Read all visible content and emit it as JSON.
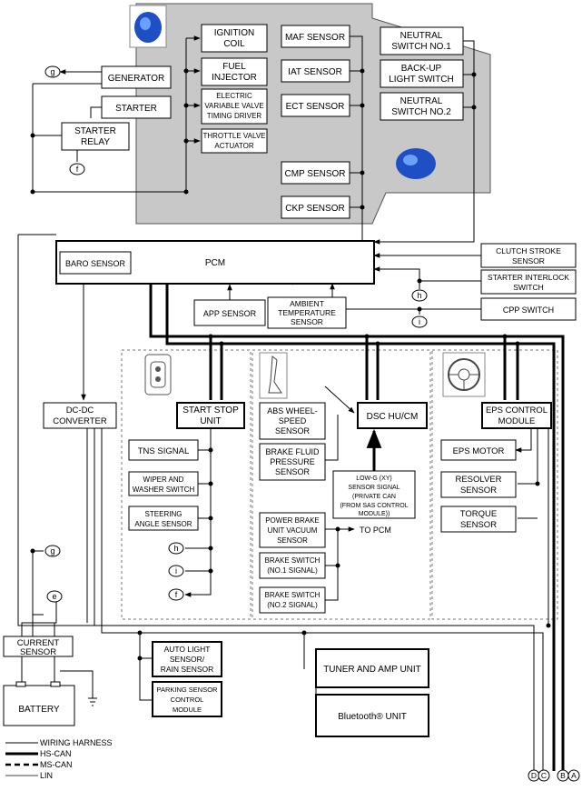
{
  "modules": {
    "ignition_coil": [
      "IGNITION",
      "COIL"
    ],
    "fuel_injector": [
      "FUEL",
      "INJECTOR"
    ],
    "vvt_driver": [
      "ELECTRIC",
      "VARIABLE VALVE",
      "TIMING DRIVER"
    ],
    "throttle_actuator": [
      "THROTTLE VALVE",
      "ACTUATOR"
    ],
    "maf_sensor": [
      "MAF SENSOR"
    ],
    "iat_sensor": [
      "IAT SENSOR"
    ],
    "ect_sensor": [
      "ECT SENSOR"
    ],
    "cmp_sensor": [
      "CMP SENSOR"
    ],
    "ckp_sensor": [
      "CKP SENSOR"
    ],
    "neutral_switch_1": [
      "NEUTRAL",
      "SWITCH NO.1"
    ],
    "backup_light_switch": [
      "BACK-UP",
      "LIGHT SWITCH"
    ],
    "neutral_switch_2": [
      "NEUTRAL",
      "SWITCH NO.2"
    ],
    "generator": [
      "GENERATOR"
    ],
    "starter": [
      "STARTER"
    ],
    "starter_relay": [
      "STARTER",
      "RELAY"
    ],
    "pcm": [
      "PCM"
    ],
    "baro_sensor": [
      "BARO SENSOR"
    ],
    "clutch_stroke_sensor": [
      "CLUTCH STROKE",
      "SENSOR"
    ],
    "starter_interlock_switch": [
      "STARTER INTERLOCK",
      "SWITCH"
    ],
    "cpp_switch": [
      "CPP SWITCH"
    ],
    "app_sensor": [
      "APP SENSOR"
    ],
    "ambient_temp_sensor": [
      "AMBIENT",
      "TEMPERATURE",
      "SENSOR"
    ],
    "dcdc_converter": [
      "DC-DC",
      "CONVERTER"
    ],
    "start_stop_unit": [
      "START STOP",
      "UNIT"
    ],
    "tns_signal": [
      "TNS SIGNAL"
    ],
    "wiper_washer_switch": [
      "WIPER AND",
      "WASHER SWITCH"
    ],
    "steering_angle_sensor": [
      "STEERING",
      "ANGLE SENSOR"
    ],
    "abs_wheel_speed_sensor": [
      "ABS WHEEL-",
      "SPEED",
      "SENSOR"
    ],
    "brake_fluid_pressure_sensor": [
      "BRAKE FLUID",
      "PRESSURE",
      "SENSOR"
    ],
    "dsc_hu_cm": [
      "DSC HU/CM"
    ],
    "low_g_sensor_signal": [
      "LOW-G (XY)",
      "SENSOR SIGNAL",
      "(PRIVATE CAN",
      "(FROM SAS CONTROL",
      "MODULE))"
    ],
    "power_brake_vacuum_sensor": [
      "POWER BRAKE",
      "UNIT VACUUM",
      "SENSOR"
    ],
    "to_pcm": [
      "TO PCM"
    ],
    "brake_switch_1": [
      "BRAKE SWITCH",
      "(NO.1 SIGNAL)"
    ],
    "brake_switch_2": [
      "BRAKE SWITCH",
      "(NO.2 SIGNAL)"
    ],
    "eps_control_module": [
      "EPS CONTROL",
      "MODULE"
    ],
    "eps_motor": [
      "EPS MOTOR"
    ],
    "resolver_sensor": [
      "RESOLVER",
      "SENSOR"
    ],
    "torque_sensor": [
      "TORQUE",
      "SENSOR"
    ],
    "current_sensor": [
      "CURRENT",
      "SENSOR"
    ],
    "battery": [
      "BATTERY"
    ],
    "auto_light_rain_sensor": [
      "AUTO LIGHT",
      "SENSOR/",
      "RAIN SENSOR"
    ],
    "parking_sensor_module": [
      "PARKING SENSOR",
      "CONTROL",
      "MODULE"
    ],
    "tuner_amp_unit": [
      "TUNER AND AMP UNIT"
    ],
    "bluetooth_unit": [
      "Bluetooth® UNIT"
    ]
  },
  "connectors": {
    "g": "g",
    "f": "f",
    "h": "h",
    "i": "i",
    "e": "e",
    "A": "A",
    "B": "B",
    "C": "C",
    "D": "D"
  },
  "legend": {
    "wiring_harness": "WIRING HARNESS",
    "hs_can": "HS-CAN",
    "ms_can": "MS-CAN",
    "lin": "LIN"
  },
  "colors": {
    "engine_area": "#c8c8c8",
    "engine_image": "#1f4fc4"
  }
}
